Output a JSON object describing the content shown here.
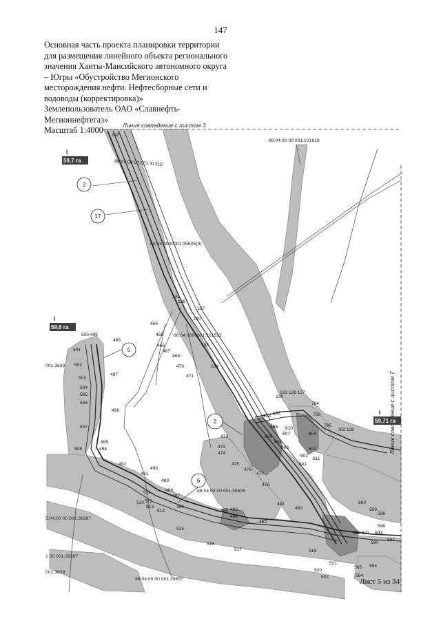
{
  "page_number": "147",
  "header_lines": [
    "Основная часть проекта планировки территории",
    "для размещения линейного объекта регионального",
    "значения Ханты-Мансийского автономного округа",
    "– Югры «Обустройство Мегионского",
    "месторождения нефти. Нефтесборные сети и",
    "водоводы (корректировка)»",
    "Землепользователь ОАО «Славнефть-",
    "Мегионнефтегаз»",
    "Масштаб 1:4000"
  ],
  "map": {
    "join_top": "Линия совпадения с листом 3",
    "join_right": "Линия совпадения с листом 7",
    "sheet": "Лист 5 из 34",
    "cadastral": [
      "86:04:00 00 001:101619",
      "86:04:00 00 001:31316",
      "86:04:0000001:35605(9)",
      "86:04:0000001:101522",
      "86:04:00 00 001:35605",
      "5:04:00 00 001:36397",
      "001:3639",
      "1 00 001:38397",
      "001:3639",
      "86:04:00 00 001:25637"
    ],
    "areas": [
      "59,7 га",
      "59,6 га",
      "59,71 га"
    ],
    "area_marks": [
      "I",
      "I",
      "I"
    ],
    "circles": [
      "2",
      "17",
      "5",
      "2",
      "6"
    ],
    "points": [
      "142",
      "141",
      "138",
      "137",
      "140",
      "464",
      "465",
      "466",
      "467",
      "468",
      "470",
      "471",
      "135",
      "134",
      "500,499",
      "498",
      "501",
      "502",
      "503",
      "504",
      "505",
      "506",
      "507",
      "497",
      "496",
      "495",
      "494",
      "508",
      "492",
      "491",
      "490",
      "489",
      "488",
      "487",
      "486",
      "485",
      "484",
      "511",
      "510",
      "512",
      "513",
      "514",
      "515",
      "516",
      "517",
      "519",
      "520",
      "522",
      "521",
      "565",
      "564",
      "594",
      "596",
      "597",
      "598",
      "599",
      "600",
      "601",
      "602",
      "603",
      "604",
      "605",
      "606",
      "607",
      "608",
      "609",
      "610",
      "611",
      "472",
      "473",
      "474",
      "475",
      "476",
      "477",
      "478",
      "480",
      "481",
      "482",
      "483",
      "130",
      "131 128 127",
      "133",
      "132",
      "784",
      "783",
      "785",
      "782 126",
      "592 591",
      "593",
      "590",
      "563"
    ]
  }
}
